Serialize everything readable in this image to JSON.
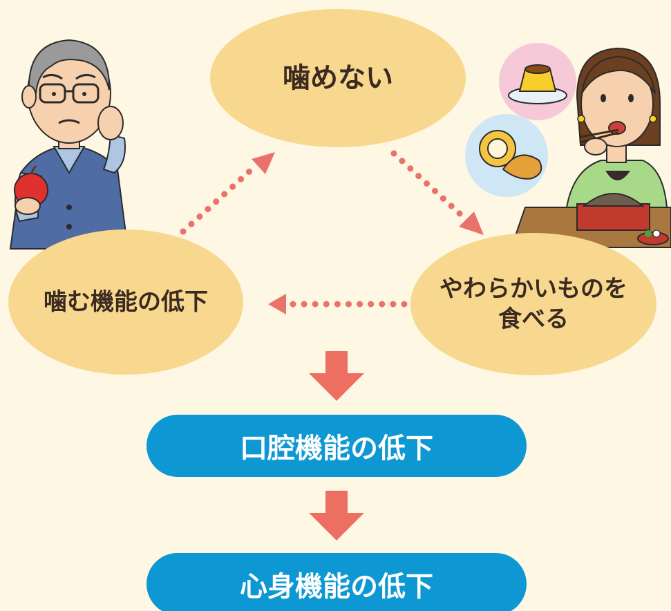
{
  "colors": {
    "background": "#FDF7E4",
    "ellipse_fill": "#F8D88F",
    "arrow_dotted": "#E9736A",
    "arrow_block": "#EC6F62",
    "pill_fill": "#0E98D3",
    "pill_text": "#FFFFFF",
    "ellipse_text": "#3A2A20"
  },
  "cycle": {
    "top": "噛めない",
    "right_line1": "やわらかいものを",
    "right_line2": "食べる",
    "left": "噛む機能の低下"
  },
  "flow": {
    "step1": "口腔機能の低下",
    "step2": "心身機能の低下"
  },
  "illustrations": {
    "left": "elderly-man-holding-apple-icon",
    "right": "woman-eating-soba-noodles-icon",
    "bubble_top": "pudding-icon",
    "bubble_bottom": "roll-cake-and-croissant-icon"
  }
}
